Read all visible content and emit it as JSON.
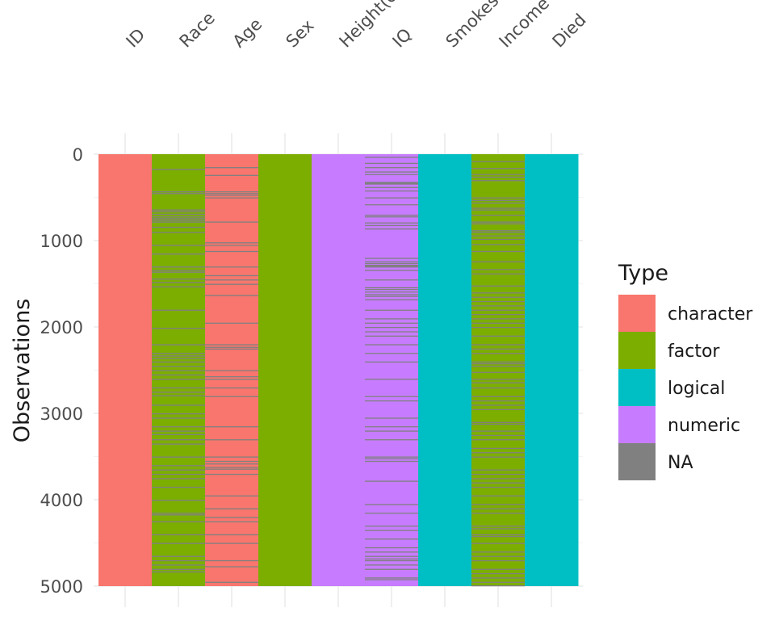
{
  "chart_data": {
    "type": "heatmap",
    "title": "",
    "xlabel": "",
    "ylabel": "Observations",
    "x_axis_position": "top",
    "x_tick_rotation_deg": -45,
    "ylim": [
      0,
      5000
    ],
    "y_reversed": true,
    "y_ticks": [
      0,
      1000,
      2000,
      3000,
      4000,
      5000
    ],
    "y_tick_labels": [
      "0",
      "1000",
      "2000",
      "3000",
      "4000",
      "5000"
    ],
    "grid": true,
    "legend": {
      "title": "Type",
      "placement": "right",
      "entries": [
        {
          "label": "character",
          "color": "#F8766D"
        },
        {
          "label": "factor",
          "color": "#7CAE00"
        },
        {
          "label": "logical",
          "color": "#00BFC4"
        },
        {
          "label": "numeric",
          "color": "#C77CFF"
        },
        {
          "label": "NA",
          "color": "#808080"
        }
      ]
    },
    "columns": [
      {
        "name": "ID",
        "type": "character",
        "na_rows": []
      },
      {
        "name": "Race",
        "type": "factor",
        "na_rows": [
          170,
          430,
          450,
          640,
          660,
          690,
          720,
          740,
          760,
          780,
          840,
          900,
          1050,
          1150,
          1300,
          1340,
          1360,
          1440,
          1480,
          1530,
          1800,
          2010,
          2200,
          2300,
          2330,
          2360,
          2400,
          2450,
          2500,
          2550,
          2600,
          2700,
          2750,
          2790,
          2900,
          3000,
          3050,
          3150,
          3200,
          3240,
          3300,
          3350,
          3500,
          3600,
          3650,
          3700,
          3750,
          3850,
          4000,
          4150,
          4170,
          4250,
          4400,
          4500,
          4650,
          4700,
          4750,
          4800,
          4830
        ]
      },
      {
        "name": "Age",
        "type": "character",
        "na_rows": [
          150,
          240,
          430,
          450,
          470,
          500,
          780,
          1020,
          1050,
          1120,
          1300,
          1400,
          1450,
          1500,
          1630,
          1950,
          2200,
          2230,
          2250,
          2500,
          2570,
          2600,
          2700,
          2800,
          3150,
          3300,
          3500,
          3550,
          3580,
          3620,
          3640,
          3700,
          3950,
          4100,
          4200,
          4250,
          4400,
          4500,
          4700,
          4770,
          4950
        ]
      },
      {
        "name": "Sex",
        "type": "factor",
        "na_rows": []
      },
      {
        "name": "Height(cm)",
        "type": "numeric",
        "na_rows": []
      },
      {
        "name": "IQ",
        "type": "numeric",
        "na_rows": [
          30,
          100,
          150,
          200,
          230,
          320,
          330,
          340,
          380,
          420,
          500,
          580,
          700,
          720,
          790,
          820,
          860,
          1200,
          1240,
          1260,
          1280,
          1290,
          1300,
          1340,
          1450,
          1540,
          1560,
          1590,
          1620,
          1640,
          1680,
          1800,
          1900,
          1950,
          2000,
          2050,
          2100,
          2200,
          2300,
          2400,
          2600,
          2800,
          2850,
          3050,
          3150,
          3200,
          3300,
          3500,
          3520,
          3550,
          3780,
          4050,
          4150,
          4300,
          4350,
          4450,
          4550,
          4600,
          4650,
          4680,
          4700,
          4750,
          4800,
          4900,
          4920
        ]
      },
      {
        "name": "Smokes",
        "type": "logical",
        "na_rows": []
      },
      {
        "name": "Income",
        "type": "factor",
        "na_rows": [
          80,
          160,
          230,
          260,
          300,
          500,
          530,
          560,
          620,
          640,
          700,
          780,
          800,
          880,
          900,
          940,
          980,
          1040,
          1120,
          1240,
          1330,
          1380,
          1520,
          1600,
          1650,
          1700,
          1750,
          1800,
          1850,
          1900,
          1950,
          2000,
          2100,
          2200,
          2250,
          2300,
          2400,
          2420,
          2450,
          2520,
          2600,
          2640,
          2700,
          2800,
          2850,
          2900,
          2950,
          3100,
          3120,
          3200,
          3250,
          3300,
          3400,
          3450,
          3500,
          3650,
          3700,
          3750,
          3800,
          3850,
          3950,
          4050,
          4100,
          4150,
          4300,
          4330,
          4400,
          4420,
          4500,
          4600,
          4650,
          4700,
          4800,
          4850,
          4900,
          4950,
          4990
        ]
      },
      {
        "name": "Died",
        "type": "logical",
        "na_rows": []
      }
    ]
  }
}
